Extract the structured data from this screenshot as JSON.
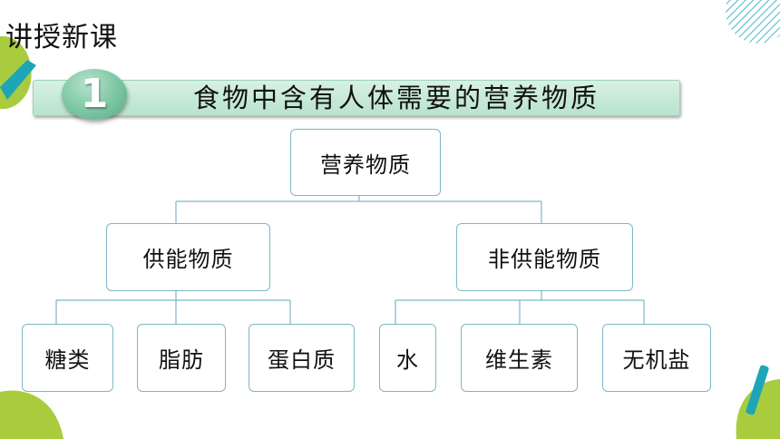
{
  "header": {
    "section_label": "讲授新课",
    "badge_number": "1",
    "banner_title": "食物中含有人体需要的营养物质"
  },
  "diagram": {
    "root": "营养物质",
    "level1": [
      "供能物质",
      "非供能物质"
    ],
    "leaves_energy": [
      "糖类",
      "脂肪",
      "蛋白质"
    ],
    "leaves_nonenergy": [
      "水",
      "维生素",
      "无机盐"
    ]
  },
  "colors": {
    "accent_green": "#a9cc3f",
    "accent_teal": "#1fa5b8",
    "banner_green": "#b8e3cd",
    "node_border": "#7fb6c8"
  }
}
